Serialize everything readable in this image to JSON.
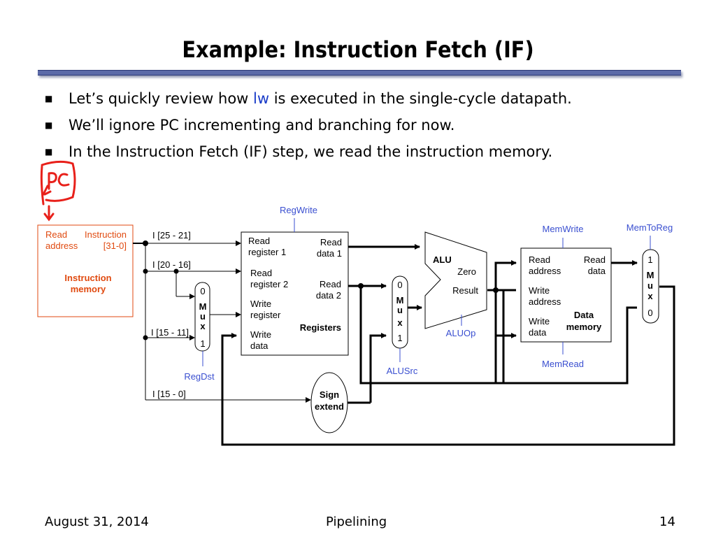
{
  "slide": {
    "title": "Example: Instruction Fetch (IF)",
    "bullets": [
      {
        "before": "Let’s quickly review how ",
        "highlight": "lw",
        "after": " is executed in the single-cycle datapath."
      },
      {
        "text": "We’ll ignore PC incrementing and branching for now."
      },
      {
        "text": "In the Instruction Fetch (IF) step, we read the instruction memory."
      }
    ],
    "annotation": "PC"
  },
  "diagram": {
    "imem": {
      "read": "Read",
      "address": "address",
      "instruction": "Instruction",
      "bits": "[31-0]",
      "name1": "Instruction",
      "name2": "memory"
    },
    "fields": {
      "f1": "I [25 - 21]",
      "f2": "I [20 - 16]",
      "f3": "I [15 - 11]",
      "f4": "I [15 - 0]"
    },
    "registers": {
      "rr1a": "Read",
      "rr1b": "register 1",
      "rr2a": "Read",
      "rr2b": "register 2",
      "wra": "Write",
      "wrb": "register",
      "wda": "Write",
      "wdb": "data",
      "rd1a": "Read",
      "rd1b": "data 1",
      "rd2a": "Read",
      "rd2b": "data 2",
      "name": "Registers"
    },
    "alu": {
      "name": "ALU",
      "zero": "Zero",
      "result": "Result"
    },
    "dmem": {
      "ra1": "Read",
      "ra2": "address",
      "rd1": "Read",
      "rd2": "data",
      "wa1": "Write",
      "wa2": "address",
      "wd1": "Write",
      "wd2": "data",
      "name1": "Data",
      "name2": "memory"
    },
    "mux": {
      "zero": "0",
      "one": "1",
      "m": "M",
      "u": "u",
      "x": "x"
    },
    "sign_extend": {
      "line1": "Sign",
      "line2": "extend"
    },
    "controls": {
      "regwrite": "RegWrite",
      "memwrite": "MemWrite",
      "memtoreg": "MemToReg",
      "regdst": "RegDst",
      "alusrc": "ALUSrc",
      "aluop": "ALUOp",
      "memread": "MemRead"
    }
  },
  "footer": {
    "date": "August 31, 2014",
    "topic": "Pipelining",
    "page": "14"
  },
  "colors": {
    "rule": "#5b6aa8",
    "control_label": "#3a4fd0",
    "imem": "#e04a10",
    "annotation": "#e8201a",
    "highlight": "#1a3cc8"
  }
}
